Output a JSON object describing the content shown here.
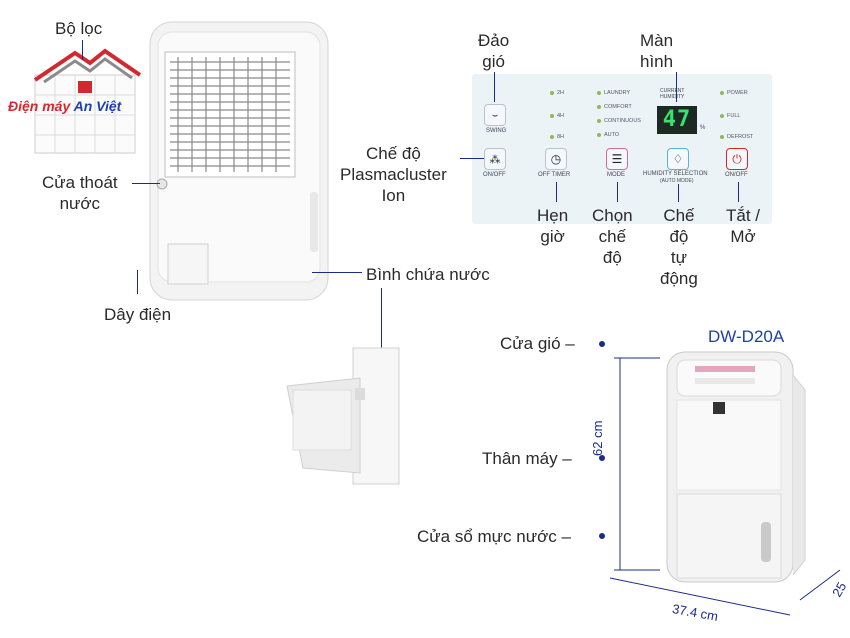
{
  "brand_logo": {
    "name": "Điện máy",
    "highlight": "An Việt"
  },
  "labels": {
    "filter": "Bộ lọc",
    "drain": "Cửa thoát\nnước",
    "power_cord": "Dây điện",
    "water_tank": "Bình chứa nước",
    "swing": "Đảo\ngió",
    "display": "Màn\nhình",
    "plasmacluster": "Chế độ\nPlasmacluster\nIon",
    "timer": "Hẹn\ngiờ",
    "mode": "Chọn\nchế\nđộ",
    "auto": "Chế\nđộ\ntự\nđộng",
    "onoff": "Tắt /\nMở",
    "air_vent": "Cửa gió –",
    "body": "Thân máy –",
    "water_window": "Cửa sổ mực nước –"
  },
  "panel": {
    "display_value": "47",
    "unit": "%",
    "buttons": {
      "swing": "SWING",
      "ion": "ON/OFF",
      "timer": "OFF TIMER",
      "mode": "MODE",
      "humidity": "HUMIDITY SELECTION",
      "humidity_sub": "(AUTO MODE)",
      "power": "ON/OFF"
    },
    "timer_ind": [
      "2H",
      "4H",
      "8H"
    ],
    "mode_ind": [
      "LAUNDRY",
      "COMFORT",
      "CONTINUOUS",
      "AUTO"
    ],
    "current_humidity": "CURRENT\nHUMIDITY",
    "status_ind": [
      "POWER",
      "FULL",
      "DEFROST"
    ]
  },
  "model": "DW-D20A",
  "dimensions": {
    "height": "62 cm",
    "width": "37.4 cm",
    "depth": "25"
  },
  "colors": {
    "annotation_line": "#1a2c8a",
    "model_text": "#1f3fb0",
    "logo_red": "#d3282f"
  }
}
